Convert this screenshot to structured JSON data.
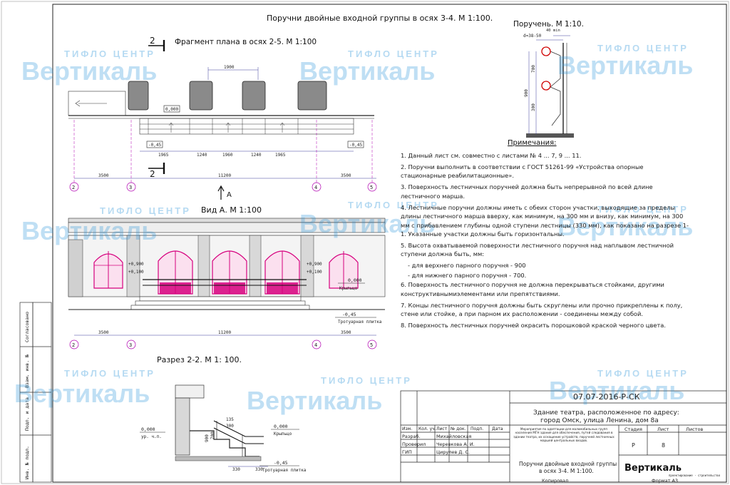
{
  "sheet": {
    "main_title": "Поручни двойные входной группы в осях 3-4. М 1:100.",
    "plan_title": "Фрагмент плана в осях 2-5. М 1:100",
    "handrail_title": "Поручень. М 1:10.",
    "view_title": "Вид А. М 1:100",
    "section_title": "Разрез 2-2. М 1: 100.",
    "notes_title": "Примечания:",
    "section_mark": "2",
    "view_mark": "A"
  },
  "plan": {
    "level_zero": "0,000",
    "level_minus": "-0,45",
    "dim_top": "1900",
    "dims_bottom": [
      "1965",
      "1240",
      "1960",
      "1240",
      "1965"
    ],
    "dim_left": "3500",
    "dim_total": "11200",
    "dim_right": "3500",
    "axes": [
      "2",
      "3",
      "4",
      "5"
    ]
  },
  "handrail": {
    "d_label": "d=38-50",
    "min_label": "40 min",
    "dim_upper": "700",
    "dim_total": "900",
    "dim_lower": "300"
  },
  "facade": {
    "marks_left": [
      "+0,900",
      "+0,100"
    ],
    "marks_right": [
      "+0,900",
      "+0,100"
    ],
    "roof_level": "0,000",
    "roof_label": "Крыльцо",
    "ground_level": "-0,45",
    "ground_label": "Тротуарная плитка",
    "dim_left": "3500",
    "dim_total": "11200",
    "dim_right": "3500",
    "axes": [
      "2",
      "3",
      "4",
      "5"
    ]
  },
  "section": {
    "dims": [
      "135",
      "300",
      "900",
      "700",
      "330",
      "330"
    ],
    "level_zero": "0,000",
    "zero_label": "Крыльцо",
    "level_floor": "0,000",
    "floor_label": "ур. ч.п.",
    "ground_level": "-0,45",
    "ground_label": "Тротуарная плитка"
  },
  "notes": [
    "1. Данный лист см. совместно с листами № 4 ... 7, 9 ... 11.",
    "2. Поручни выполнить в соответствии с ГОСТ 51261-99 «Устройства опорные стационарные реабилитационные».",
    "3. Поверхность лестничных поручней должна быть непрерывной по всей длине лестничного марша.",
    "4. Лестничные поручни должны иметь с обеих сторон участки, выходящие за пределы длины лестничного марша вверху, как минимум, на 300 мм и внизу, как минимум, на 300 мм с прибавлением глубины одной ступени лестницы (330 мм), как показано на разрезе 1-1. Указанные участки должны быть горизонтальны.",
    "5. Высота охватываемой поверхности лестничного поручня над наплывом лестничной ступени должна быть, мм:",
    "6. Поверхность лестничного поручня не должна перекрываться стойками, другими конструктивнымиэлементами или препятствиями.",
    "7. Концы лестничного поручня должны быть скруглены или прочно прикреплены к полу, стене или стойке, а при парном их расположении - соединены между собой.",
    "8. Поверхность лестничных поручней окрасить порошковой краской черного цвета."
  ],
  "notes_sub": [
    "- для верхнего парного поручня - 900",
    "- для нижнего парного поручня - 700."
  ],
  "stamp": {
    "code": "07.07-2016-Р-СК",
    "object_line1": "Здание театра, расположенное по адресу:",
    "object_line2": "город Омск, улица Ленина, дом 8а",
    "header_cells": [
      "Изм.",
      "Кол. уч.",
      "Лист",
      "№ док.",
      "Подп.",
      "Дата"
    ],
    "role_develop": "Разраб.",
    "role_check": "Проверил",
    "role_gip": "ГИП",
    "name_develop": "Михайловская",
    "name_check": "Черевкова А. И.",
    "name_gip": "Цирулев Д. С.",
    "description": "Мероприятия по адаптации для маломобильных групп населения МГН здания для обеспечения, путей следования в здании театра, их оснащение устройств, поручней лестничных маршей центральных входов.",
    "stage_label": "Стадия",
    "sheet_label": "Лист",
    "sheets_label": "Листов",
    "stage": "Р",
    "sheet_no": "8",
    "drawing_name_line1": "Поручни двойные входной группы",
    "drawing_name_line2": "в осях 3-4. М 1:100.",
    "company": "Вертикаль",
    "company_tag": "проектирование · строительство",
    "copied": "Копировал",
    "format": "Формат А3"
  },
  "left_strip": [
    "Согласовано",
    "Взам. инв. №",
    "Подп. и дата",
    "Инв. № подл."
  ],
  "watermark": {
    "brand": "Вертикаль",
    "sub": "ТИФЛО ЦЕНТР"
  },
  "colors": {
    "line": "#1a1a1a",
    "dim": "#3a3a9a",
    "door": "#d6007e",
    "accent": "#1e8fd8"
  }
}
